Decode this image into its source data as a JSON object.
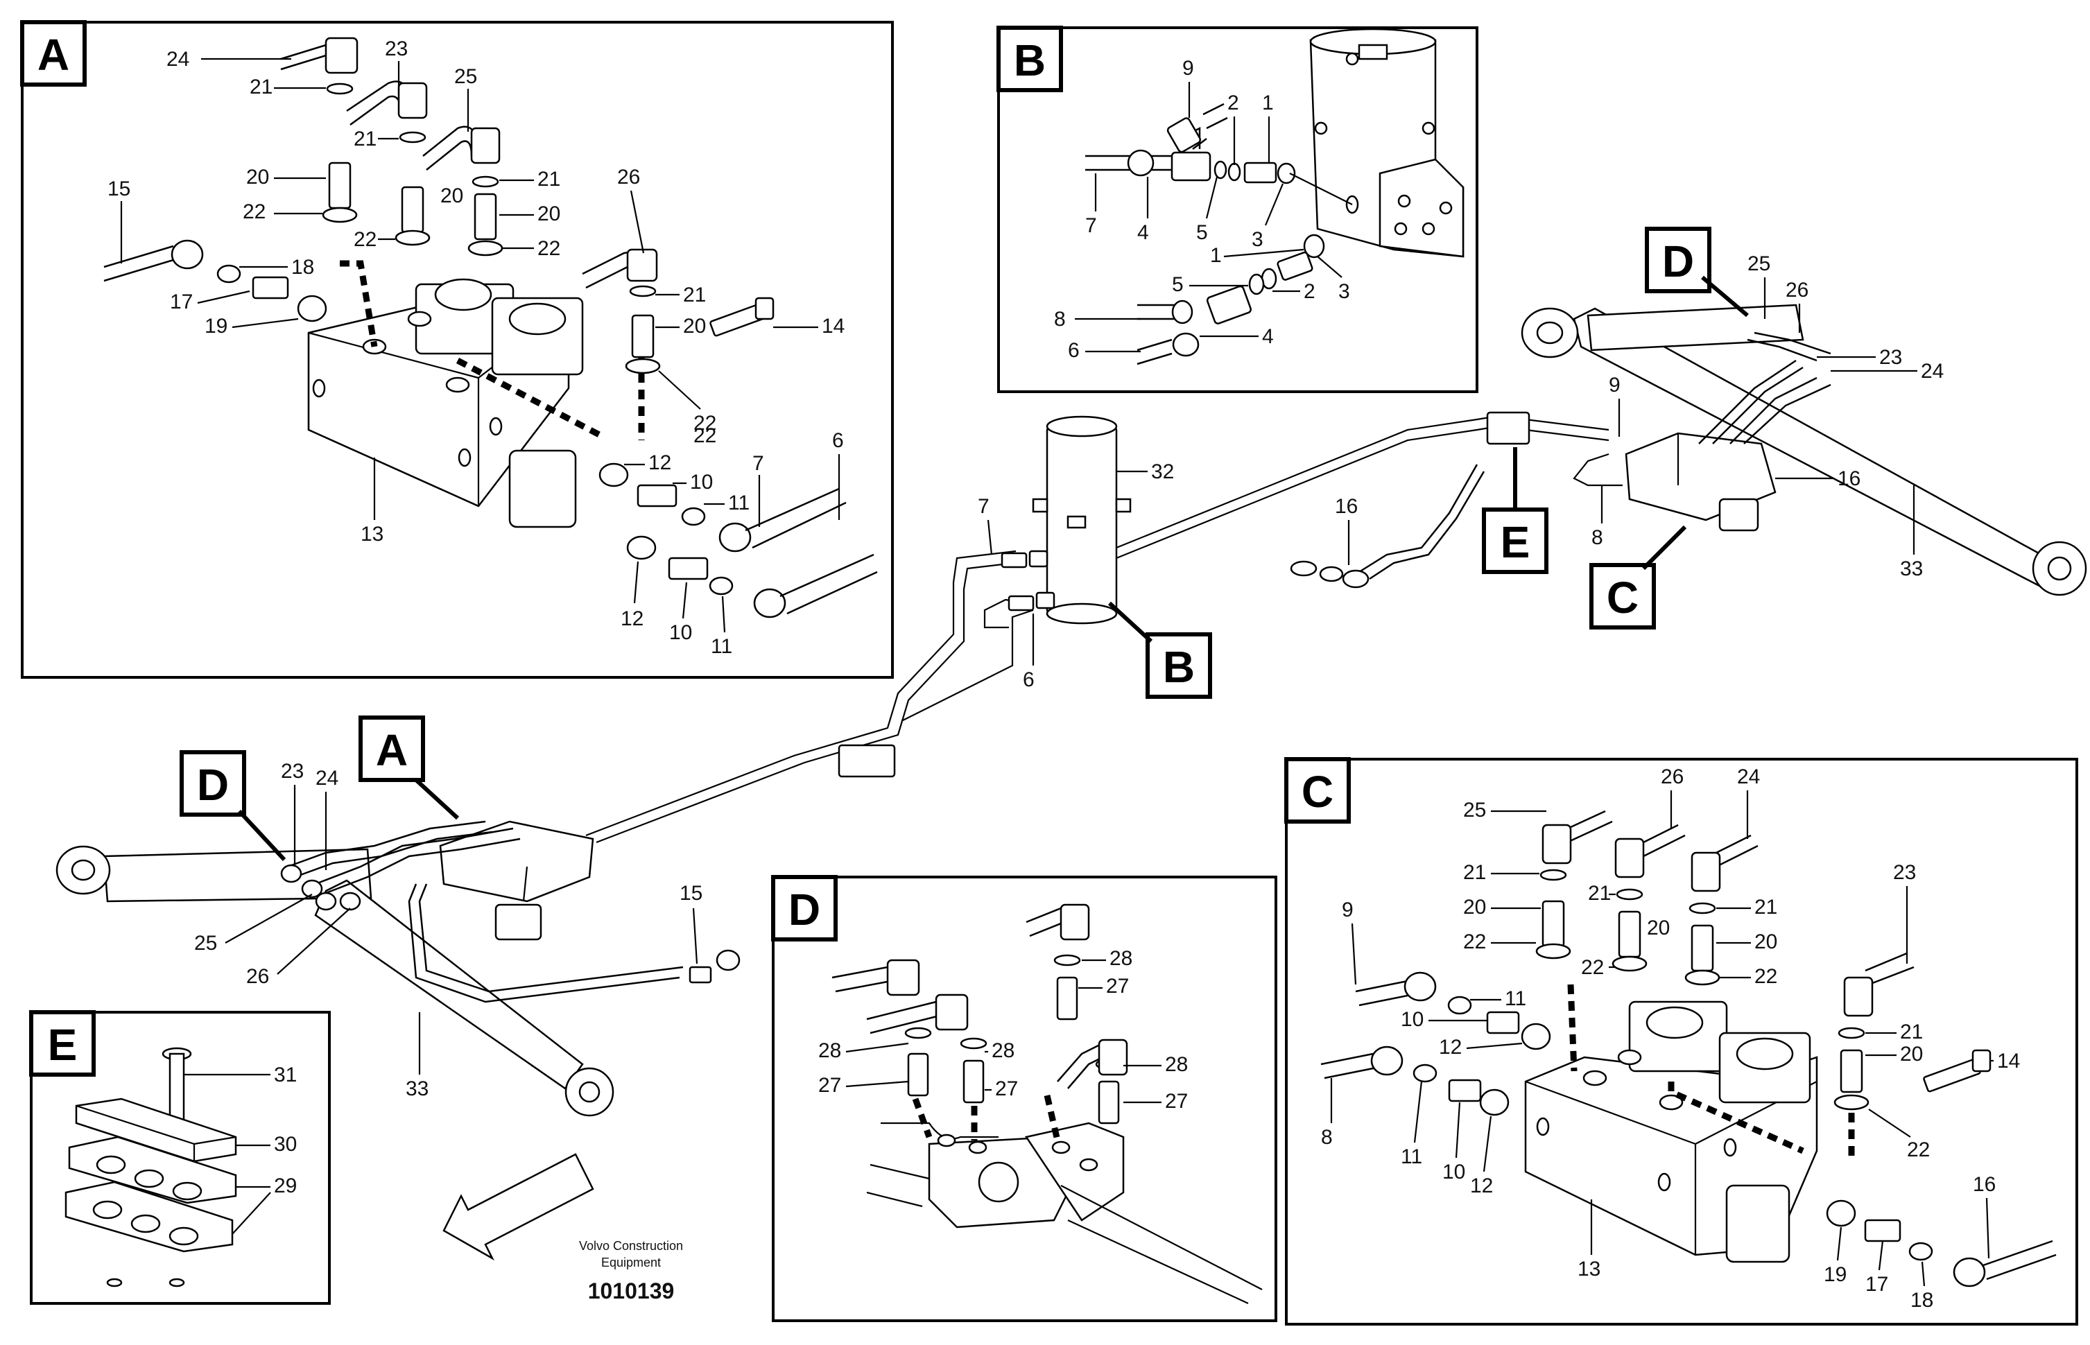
{
  "panels": {
    "A": "A",
    "B": "B",
    "C": "C",
    "D": "D",
    "E": "E"
  },
  "main_tags": {
    "A": "A",
    "B": "B",
    "C": "C",
    "D_left": "D",
    "D_right": "D",
    "E": "E"
  },
  "labels": {
    "A": [
      "24",
      "21",
      "23",
      "25",
      "21",
      "21",
      "20",
      "20",
      "20",
      "22",
      "22",
      "22",
      "15",
      "18",
      "17",
      "19",
      "26",
      "21",
      "20",
      "22",
      "14",
      "22",
      "12",
      "10",
      "11",
      "7",
      "6",
      "12",
      "10",
      "11",
      "13"
    ],
    "B": [
      "9",
      "2",
      "1",
      "7",
      "4",
      "5",
      "3",
      "1",
      "3",
      "5",
      "2",
      "8",
      "6",
      "4"
    ],
    "main": [
      "32",
      "7",
      "6",
      "16",
      "9",
      "8",
      "16",
      "25",
      "26",
      "23",
      "24",
      "33",
      "23",
      "24",
      "25",
      "26",
      "15",
      "33"
    ],
    "C": [
      "25",
      "26",
      "24",
      "21",
      "21",
      "21",
      "20",
      "20",
      "20",
      "22",
      "22",
      "22",
      "23",
      "9",
      "11",
      "10",
      "12",
      "8",
      "11",
      "10",
      "12",
      "21",
      "20",
      "14",
      "22",
      "13",
      "19",
      "17",
      "18",
      "16"
    ],
    "D": [
      "28",
      "27",
      "28",
      "28",
      "28",
      "27",
      "27",
      "27"
    ],
    "E": [
      "31",
      "30",
      "29"
    ]
  },
  "footer": {
    "line1": "Volvo Construction",
    "line2": "Equipment",
    "number": "1010139"
  }
}
